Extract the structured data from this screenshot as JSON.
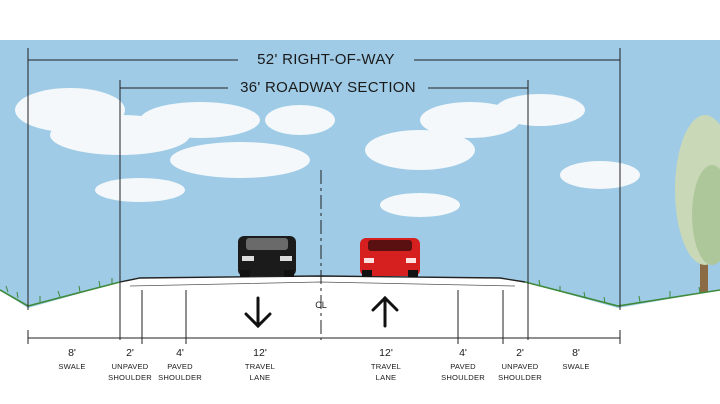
{
  "diagram": {
    "title_row": "52' RIGHT-OF-WAY",
    "roadway_row": "36' ROADWAY SECTION",
    "centerline_symbol": "CL",
    "colors": {
      "sky": "#9fcbe6",
      "cloud": "#f4f8fb",
      "grass": "#3e8a3a",
      "road": "#f7f7f7",
      "line": "#222222",
      "red_car": "#d62020",
      "black_car": "#1b1b1b"
    },
    "segments": [
      {
        "width": "8'",
        "line1": "SWALE",
        "line2": ""
      },
      {
        "width": "2'",
        "line1": "UNPAVED",
        "line2": "SHOULDER"
      },
      {
        "width": "4'",
        "line1": "PAVED",
        "line2": "SHOULDER"
      },
      {
        "width": "12'",
        "line1": "TRAVEL",
        "line2": "LANE"
      },
      {
        "width": "12'",
        "line1": "TRAVEL",
        "line2": "LANE"
      },
      {
        "width": "4'",
        "line1": "PAVED",
        "line2": "SHOULDER"
      },
      {
        "width": "2'",
        "line1": "UNPAVED",
        "line2": "SHOULDER"
      },
      {
        "width": "8'",
        "line1": "SWALE",
        "line2": ""
      }
    ],
    "arrows": [
      "down-arrow-icon",
      "up-arrow-icon"
    ]
  }
}
